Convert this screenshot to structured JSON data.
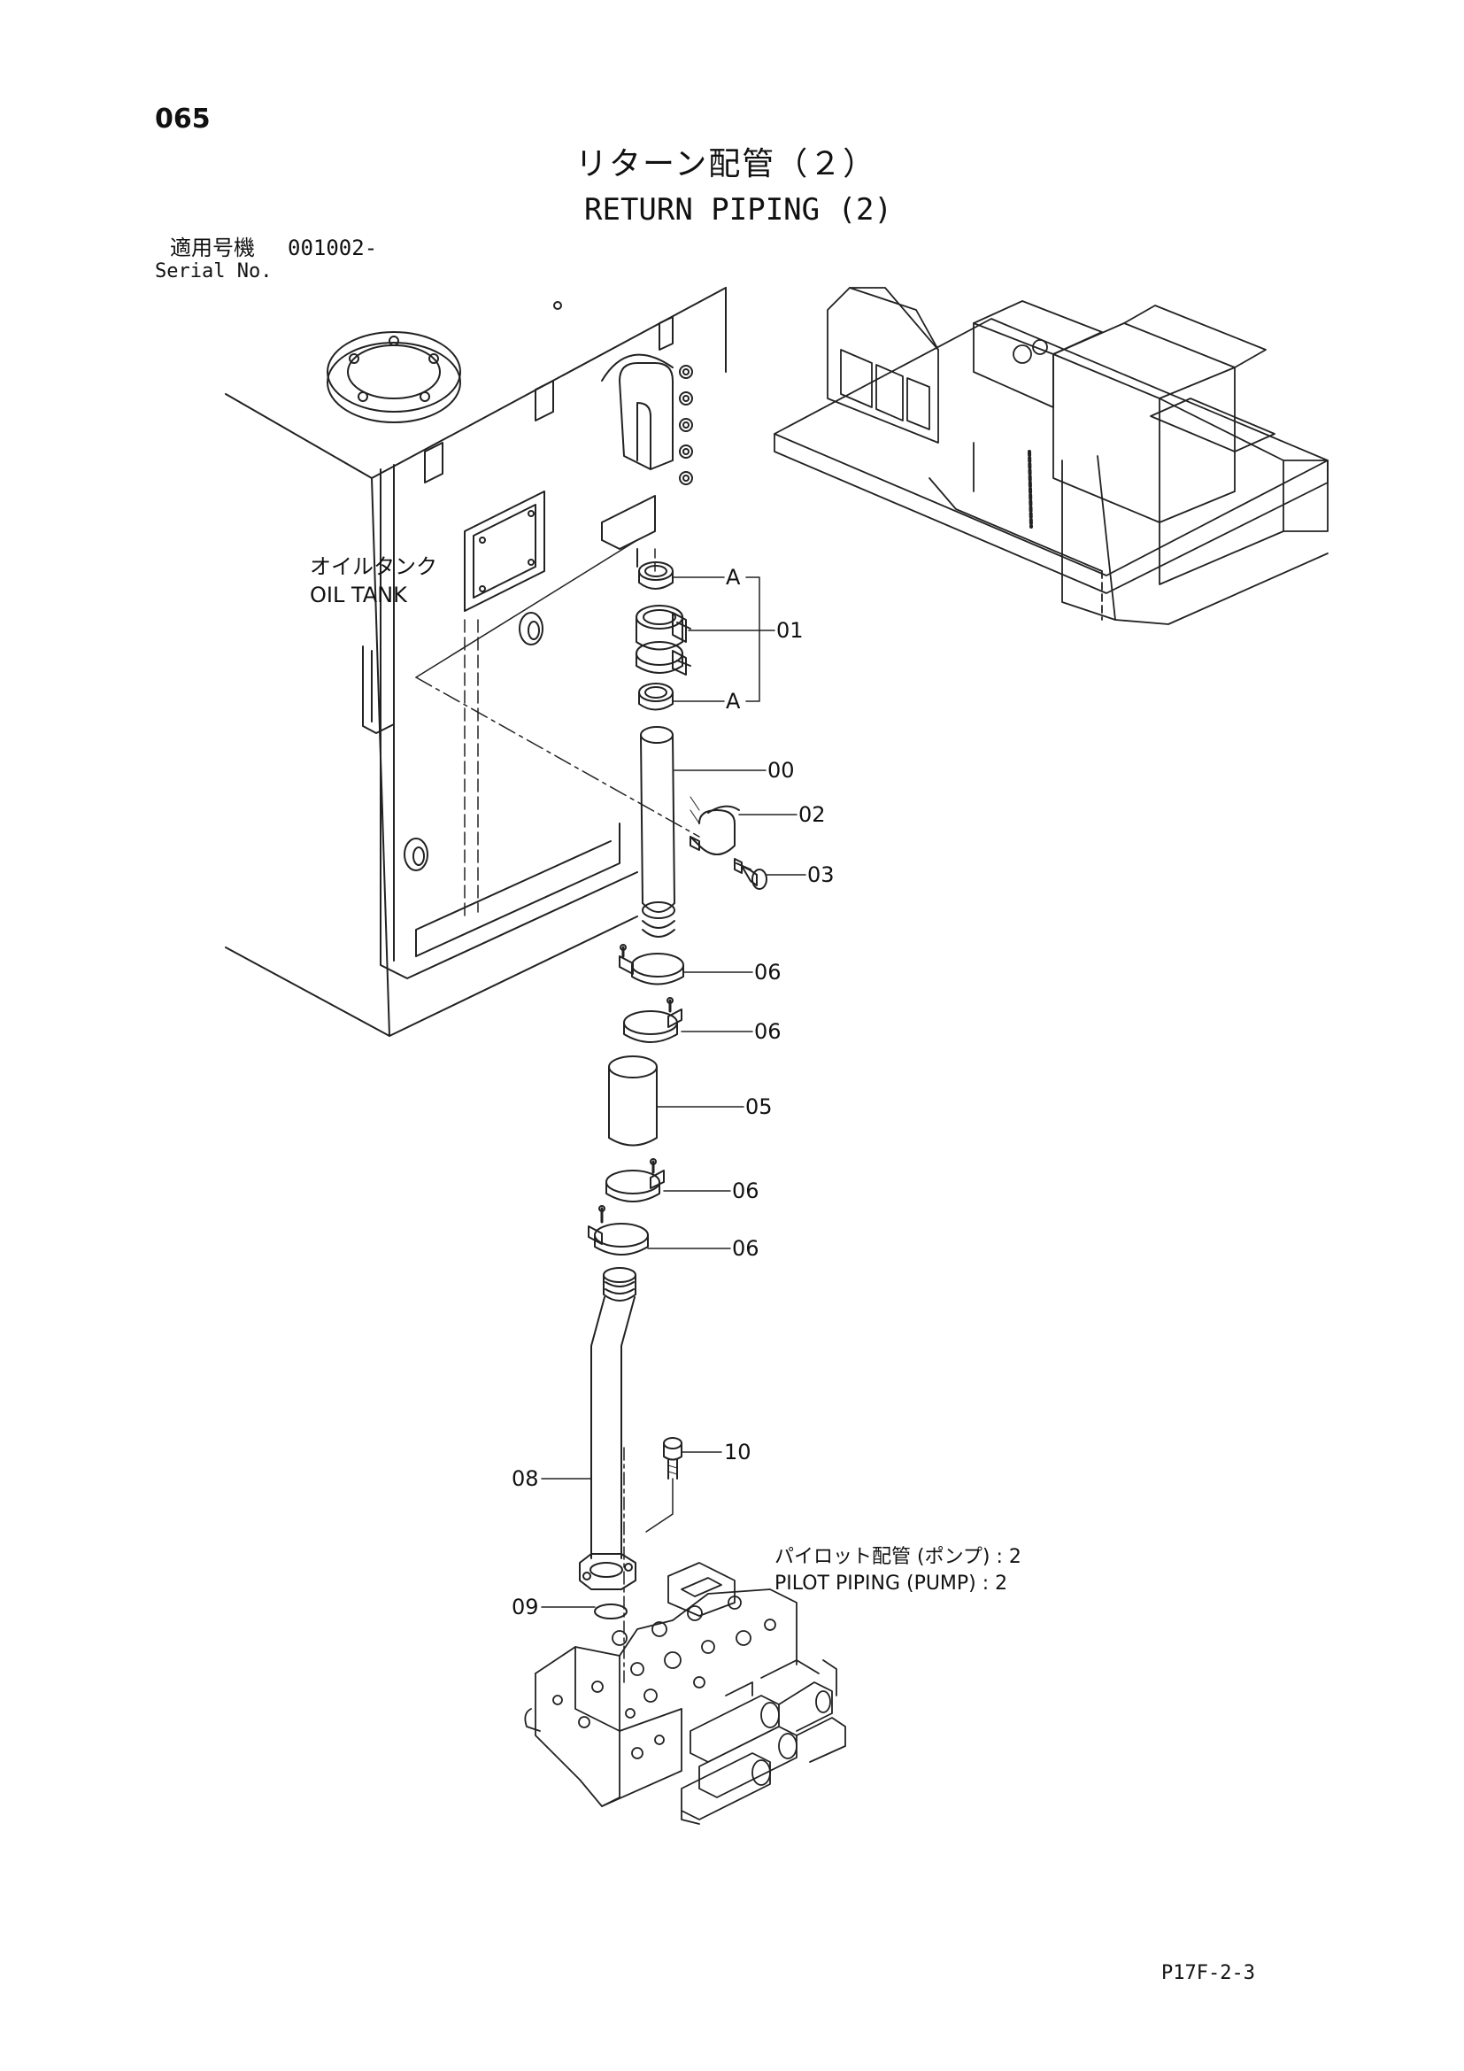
{
  "page_number": "065",
  "title_jp": "リターン配管（２）",
  "title_en": "RETURN PIPING (2)",
  "serial": {
    "label_jp": "適用号機",
    "value": "001002-",
    "label_en": "Serial No."
  },
  "labels": {
    "oil_tank_jp": "オイルタンク",
    "oil_tank_en": "OIL TANK",
    "pilot_jp": "パイロット配管 (ポンプ) : 2",
    "pilot_en": "PILOT PIPING (PUMP) : 2"
  },
  "callouts": {
    "A_top": "A",
    "A_bottom": "A",
    "p01": "01",
    "p00": "00",
    "p02": "02",
    "p03": "03",
    "p06a": "06",
    "p06b": "06",
    "p05": "05",
    "p06c": "06",
    "p06d": "06",
    "p10": "10",
    "p08": "08",
    "p09": "09"
  },
  "footer_code": "P17F-2-3"
}
